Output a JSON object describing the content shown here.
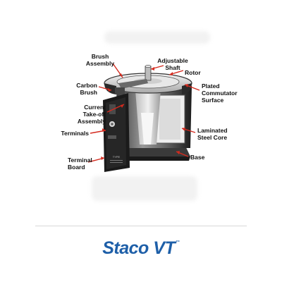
{
  "diagram": {
    "labels": {
      "brush_assembly": "Brush\nAssembly",
      "adjustable_shaft": "Adjustable\nShaft",
      "rotor": "Rotor",
      "carbon_brush": "Carbon\nBrush",
      "plated_commutator": "Plated\nCommutator\nSurface",
      "current_takeoff": "Current\nTake-off\nAssembly",
      "terminals": "Terminals",
      "laminated_core": "Laminated\nSteel Core",
      "terminal_board": "Terminal\nBoard",
      "base": "Base"
    },
    "colors": {
      "callout_red": "#d42a1e",
      "metal_dark": "#2a2a2a",
      "metal_light": "#cfcfcf"
    }
  },
  "brand": {
    "name": "Staco VT",
    "trademark": "™",
    "color": "#1e5fa8"
  }
}
